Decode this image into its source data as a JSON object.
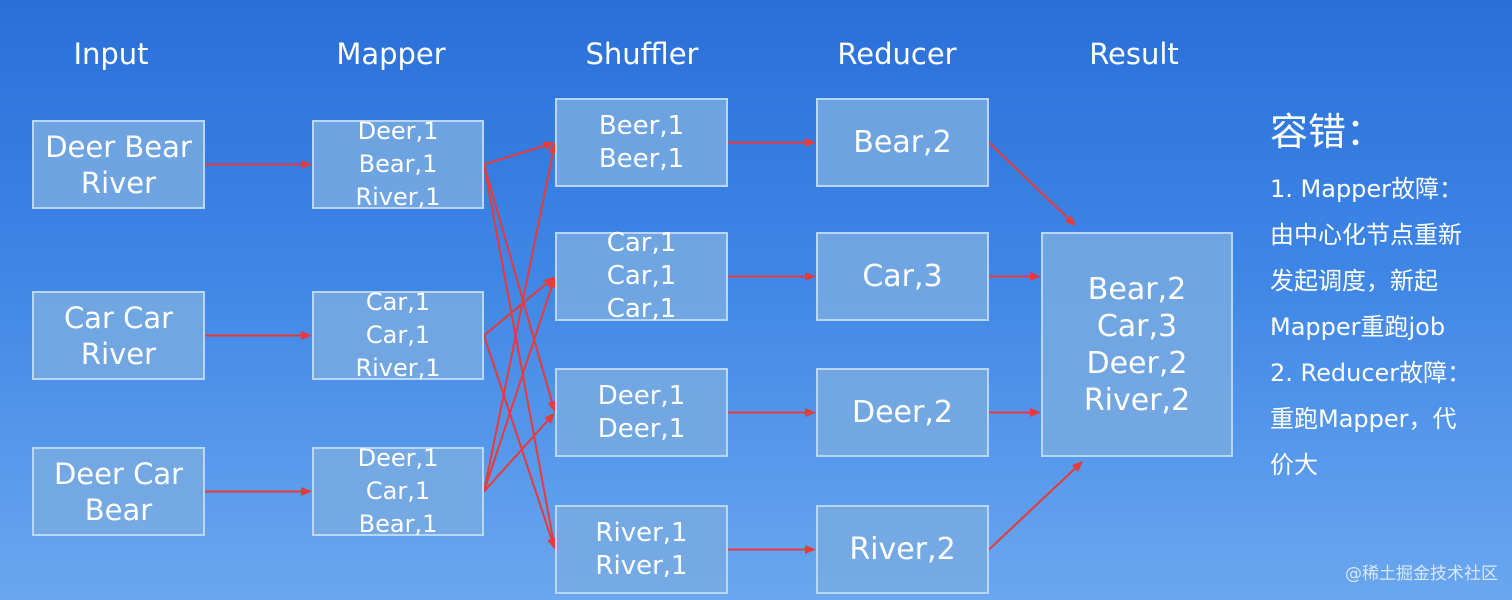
{
  "columns": [
    "Input",
    "Mapper",
    "Shuffler",
    "Reducer",
    "Result"
  ],
  "inputs": [
    [
      "Deer Bear",
      "River"
    ],
    [
      "Car Car",
      "River"
    ],
    [
      "Deer Car",
      "Bear"
    ]
  ],
  "mappers": [
    [
      "Deer,1",
      "Bear,1",
      "River,1"
    ],
    [
      "Car,1",
      "Car,1",
      "River,1"
    ],
    [
      "Deer,1",
      "Car,1",
      "Bear,1"
    ]
  ],
  "shufflers": [
    [
      "Beer,1",
      "Beer,1"
    ],
    [
      "Car,1",
      "Car,1",
      "Car,1"
    ],
    [
      "Deer,1",
      "Deer,1"
    ],
    [
      "River,1",
      "River,1"
    ]
  ],
  "reducers": [
    [
      "Bear,2"
    ],
    [
      "Car,3"
    ],
    [
      "Deer,2"
    ],
    [
      "River,2"
    ]
  ],
  "result": [
    "Bear,2",
    "Car,3",
    "Deer,2",
    "River,2"
  ],
  "edges": {
    "input_to_mapper": [
      [
        0,
        0
      ],
      [
        1,
        1
      ],
      [
        2,
        2
      ]
    ],
    "mapper_to_shuffler": [
      [
        0,
        0
      ],
      [
        0,
        2
      ],
      [
        0,
        3
      ],
      [
        1,
        1
      ],
      [
        1,
        3
      ],
      [
        2,
        0
      ],
      [
        2,
        1
      ],
      [
        2,
        2
      ]
    ],
    "shuffler_to_reducer": [
      [
        0,
        0
      ],
      [
        1,
        1
      ],
      [
        2,
        2
      ],
      [
        3,
        3
      ]
    ],
    "reducer_to_result": [
      0,
      1,
      2,
      3
    ]
  },
  "notes": {
    "title": "容错：",
    "lines": [
      "1. Mapper故障：",
      "由中心化节点重新",
      "发起调度，新起",
      "Mapper重跑job",
      "2. Reducer故障：",
      "重跑Mapper，代",
      "价大"
    ]
  },
  "watermark": "@稀土掘金技术社区",
  "colors": {
    "background_top": "#2a6fd8",
    "background_bottom": "#6aa7ef",
    "box_fill": "#78aae1",
    "box_border": "#b9d6f5",
    "arrow": "#e83a3a",
    "text": "#ffffff"
  }
}
